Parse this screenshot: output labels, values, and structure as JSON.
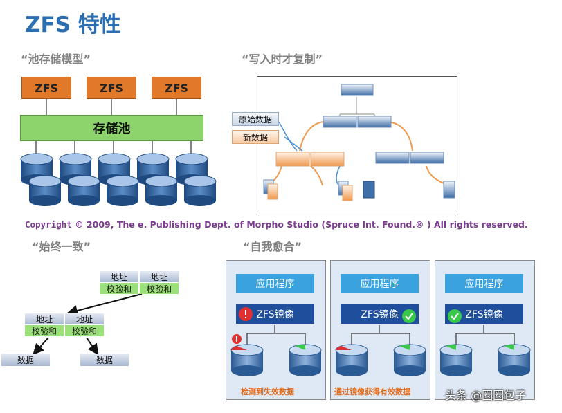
{
  "page": {
    "title": "ZFS 特性",
    "copyright_brand": "Copyright",
    "copyright_text": "© 2009, The e. Publishing Dept. of Morpho Studio (Spruce Int. Found.® ) All rights reserved."
  },
  "pool_model": {
    "heading": "“池存储模型”",
    "fs_labels": [
      "ZFS",
      "ZFS",
      "ZFS"
    ],
    "pool_label": "存储池"
  },
  "cow": {
    "heading": "“写入时才复制”",
    "legend_original": "原始数据",
    "legend_new": "新数据"
  },
  "consistency": {
    "heading": "“始终一致”",
    "address": "地址",
    "checksum": "校验和",
    "data": "数据"
  },
  "self_heal": {
    "heading": "“自我愈合”",
    "app_label": "应用程序",
    "mirror_label": "ZFS镜像",
    "caption_1": "检测到失效数据",
    "caption_2": "通过镜像获得有效数据"
  },
  "watermark": "头条 @圈圈包子",
  "colors": {
    "title_blue": "#2b6fb3",
    "zfs_orange": "#e07a2a",
    "pool_green": "#8ed46c",
    "disk_blue": "#3f6fa8",
    "app_blue": "#3aa3df",
    "mirror_navy": "#1f4f9c",
    "bad_red": "#e03030",
    "ok_green": "#3ac84a"
  }
}
